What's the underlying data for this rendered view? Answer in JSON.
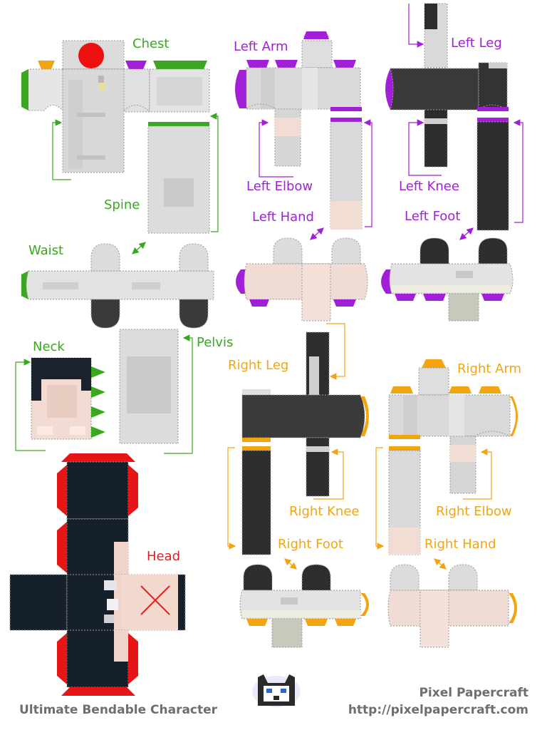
{
  "labels": {
    "chest": "Chest",
    "spine": "Spine",
    "waist": "Waist",
    "neck": "Neck",
    "pelvis": "Pelvis",
    "head": "Head",
    "left_arm": "Left Arm",
    "left_elbow": "Left Elbow",
    "left_hand": "Left Hand",
    "left_leg": "Left Leg",
    "left_knee": "Left Knee",
    "left_foot": "Left Foot",
    "right_leg": "Right Leg",
    "right_knee": "Right Knee",
    "right_foot": "Right Foot",
    "right_arm": "Right Arm",
    "right_elbow": "Right Elbow",
    "right_hand": "Right Hand"
  },
  "footer": {
    "title": "Ultimate Bendable Character",
    "brand": "Pixel Papercraft",
    "url": "http://pixelpapercraft.com"
  },
  "colors": {
    "torso_group": "#3aa81f",
    "left_group": "#a21fd8",
    "right_group": "#f2a511",
    "head_group": "#e21e1e",
    "shirt": "#d4d4d4",
    "pants": "#2d2d2d",
    "skin": "#f4dcd2",
    "hair": "#16202a"
  },
  "icons": [
    "wolf-logo-icon",
    "chevron-arrow-icon",
    "double-arrow-icon",
    "bracket-arrow-icon",
    "red-button-icon"
  ]
}
